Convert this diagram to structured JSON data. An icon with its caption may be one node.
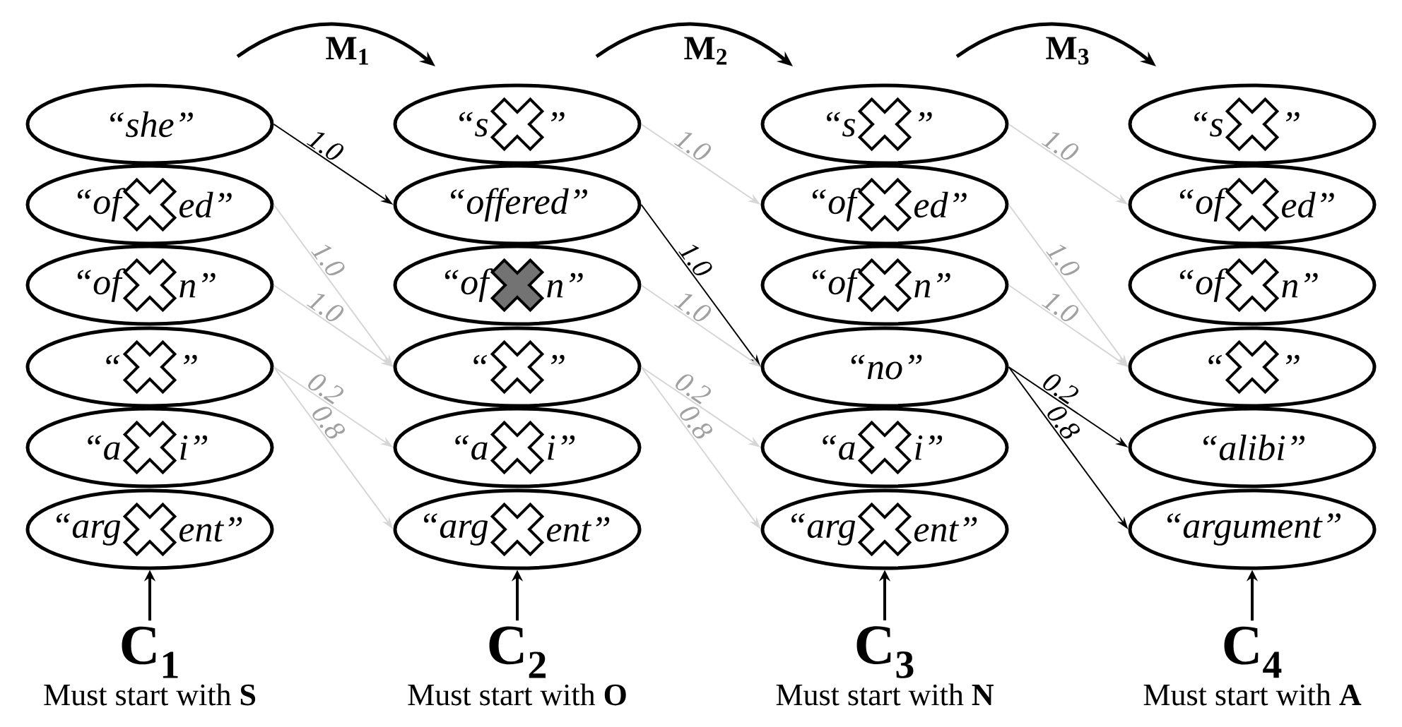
{
  "diagram": {
    "nodes": [
      {
        "text": [
          "“she”"
        ]
      },
      {
        "text": [
          "“of",
          "ed”"
        ]
      },
      {
        "text": [
          "“of",
          "n”"
        ]
      },
      {
        "text": [
          "“",
          "”"
        ]
      },
      {
        "text": [
          "“a",
          "i”"
        ]
      },
      {
        "text": [
          "“arg",
          "ent”"
        ]
      },
      {
        "text": [
          "“s",
          "”"
        ]
      },
      {
        "text": [
          "“offered”"
        ]
      },
      {
        "text": [
          "“of",
          "n”"
        ]
      },
      {
        "text": [
          "“",
          "”"
        ]
      },
      {
        "text": [
          "“a",
          "i”"
        ]
      },
      {
        "text": [
          "“arg",
          "ent”"
        ]
      },
      {
        "text": [
          "“s",
          "”"
        ]
      },
      {
        "text": [
          "“of",
          "ed”"
        ]
      },
      {
        "text": [
          "“of",
          "n”"
        ]
      },
      {
        "text": [
          "“no”"
        ]
      },
      {
        "text": [
          "“a",
          "i”"
        ]
      },
      {
        "text": [
          "“arg",
          "ent”"
        ]
      },
      {
        "text": [
          "“s",
          "”"
        ]
      },
      {
        "text": [
          "“of",
          "ed”"
        ]
      },
      {
        "text": [
          "“of",
          "n”"
        ]
      },
      {
        "text": [
          "“",
          "”"
        ]
      },
      {
        "text": [
          "“alibi”"
        ]
      },
      {
        "text": [
          "“argument”"
        ]
      },
      {
        "text": [
          "C$_{1}$"
        ],
        "beside": [
          "Must start with **S**"
        ]
      },
      {
        "text": [
          "C$_{2}$"
        ],
        "beside": [
          "Must start with **O**"
        ]
      },
      {
        "text": [
          "C$_{3}$"
        ],
        "beside": [
          "Must start with **N**"
        ]
      },
      {
        "text": [
          "C$_{4}$"
        ],
        "beside": [
          "Must start with **A**"
        ]
      }
    ],
    "edges": [
      {
        "from": 0,
        "to": 7,
        "arrow": "to",
        "label": "1.0",
        "color": "#000000"
      },
      {
        "from": 1,
        "to": 9,
        "arrow": "to",
        "label": "1.0"
      },
      {
        "from": 2,
        "to": 9,
        "arrow": "to",
        "label": "1.0"
      },
      {
        "from": 3,
        "to": 10,
        "arrow": "to",
        "label": "0.2"
      },
      {
        "from": 3,
        "to": 11,
        "arrow": "to",
        "label": "0.8"
      },
      {
        "from": 6,
        "to": 13,
        "arrow": "to",
        "label": "1.0"
      },
      {
        "from": 7,
        "to": 15,
        "arrow": "to",
        "label": "1.0",
        "color": "#000000"
      },
      {
        "from": 8,
        "to": 15,
        "arrow": "to",
        "label": "1.0"
      },
      {
        "from": 9,
        "to": 16,
        "arrow": "to",
        "label": "0.2"
      },
      {
        "from": 9,
        "to": 17,
        "arrow": "to",
        "label": "0.8"
      },
      {
        "from": 12,
        "to": 19,
        "arrow": "to",
        "label": "1.0"
      },
      {
        "from": 13,
        "to": 21,
        "arrow": "to",
        "label": "1.0"
      },
      {
        "from": 14,
        "to": 21,
        "arrow": "to",
        "label": "1.0"
      },
      {
        "from": 15,
        "to": 22,
        "arrow": "to",
        "label": "0.2",
        "color": "#000000"
      },
      {
        "from": 15,
        "to": 23,
        "arrow": "to",
        "label": "0.8",
        "color": "#000000"
      },
      {
        "from": 24,
        "to": 5,
        "arrow": "to",
        "color": "#000000"
      },
      {
        "from": 25,
        "to": 11,
        "arrow": "to",
        "color": "#000000"
      },
      {
        "from": 26,
        "to": 17,
        "arrow": "to",
        "color": "#000000"
      },
      {
        "from": 27,
        "to": 23,
        "arrow": "to",
        "color": "#000000"
      }
    ],
    "labels": [
      "M$_{1}$",
      "M$_{2}$",
      "M$_{3}$"
    ]
  }
}
